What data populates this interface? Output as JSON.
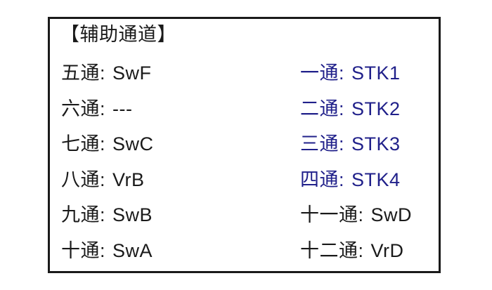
{
  "panel": {
    "title": "【辅助通道】",
    "colors": {
      "text": "#1a1a1a",
      "highlight": "#20208a",
      "border": "#1a1a1a",
      "background": "#ffffff"
    },
    "rows": [
      {
        "left": {
          "label": "五通:",
          "value": "SwF"
        },
        "right": {
          "label": "一通:",
          "value": "STK1",
          "highlight": true
        }
      },
      {
        "left": {
          "label": "六通:",
          "value": "---"
        },
        "right": {
          "label": "二通:",
          "value": "STK2",
          "highlight": true
        }
      },
      {
        "left": {
          "label": "七通:",
          "value": "SwC"
        },
        "right": {
          "label": "三通:",
          "value": "STK3",
          "highlight": true
        }
      },
      {
        "left": {
          "label": "八通:",
          "value": "VrB"
        },
        "right": {
          "label": "四通:",
          "value": "STK4",
          "highlight": true
        }
      },
      {
        "left": {
          "label": "九通:",
          "value": "SwB"
        },
        "right": {
          "label": "十一通:",
          "value": "SwD",
          "highlight": false
        }
      },
      {
        "left": {
          "label": "十通:",
          "value": "SwA"
        },
        "right": {
          "label": "十二通:",
          "value": "VrD",
          "highlight": false
        }
      }
    ]
  }
}
